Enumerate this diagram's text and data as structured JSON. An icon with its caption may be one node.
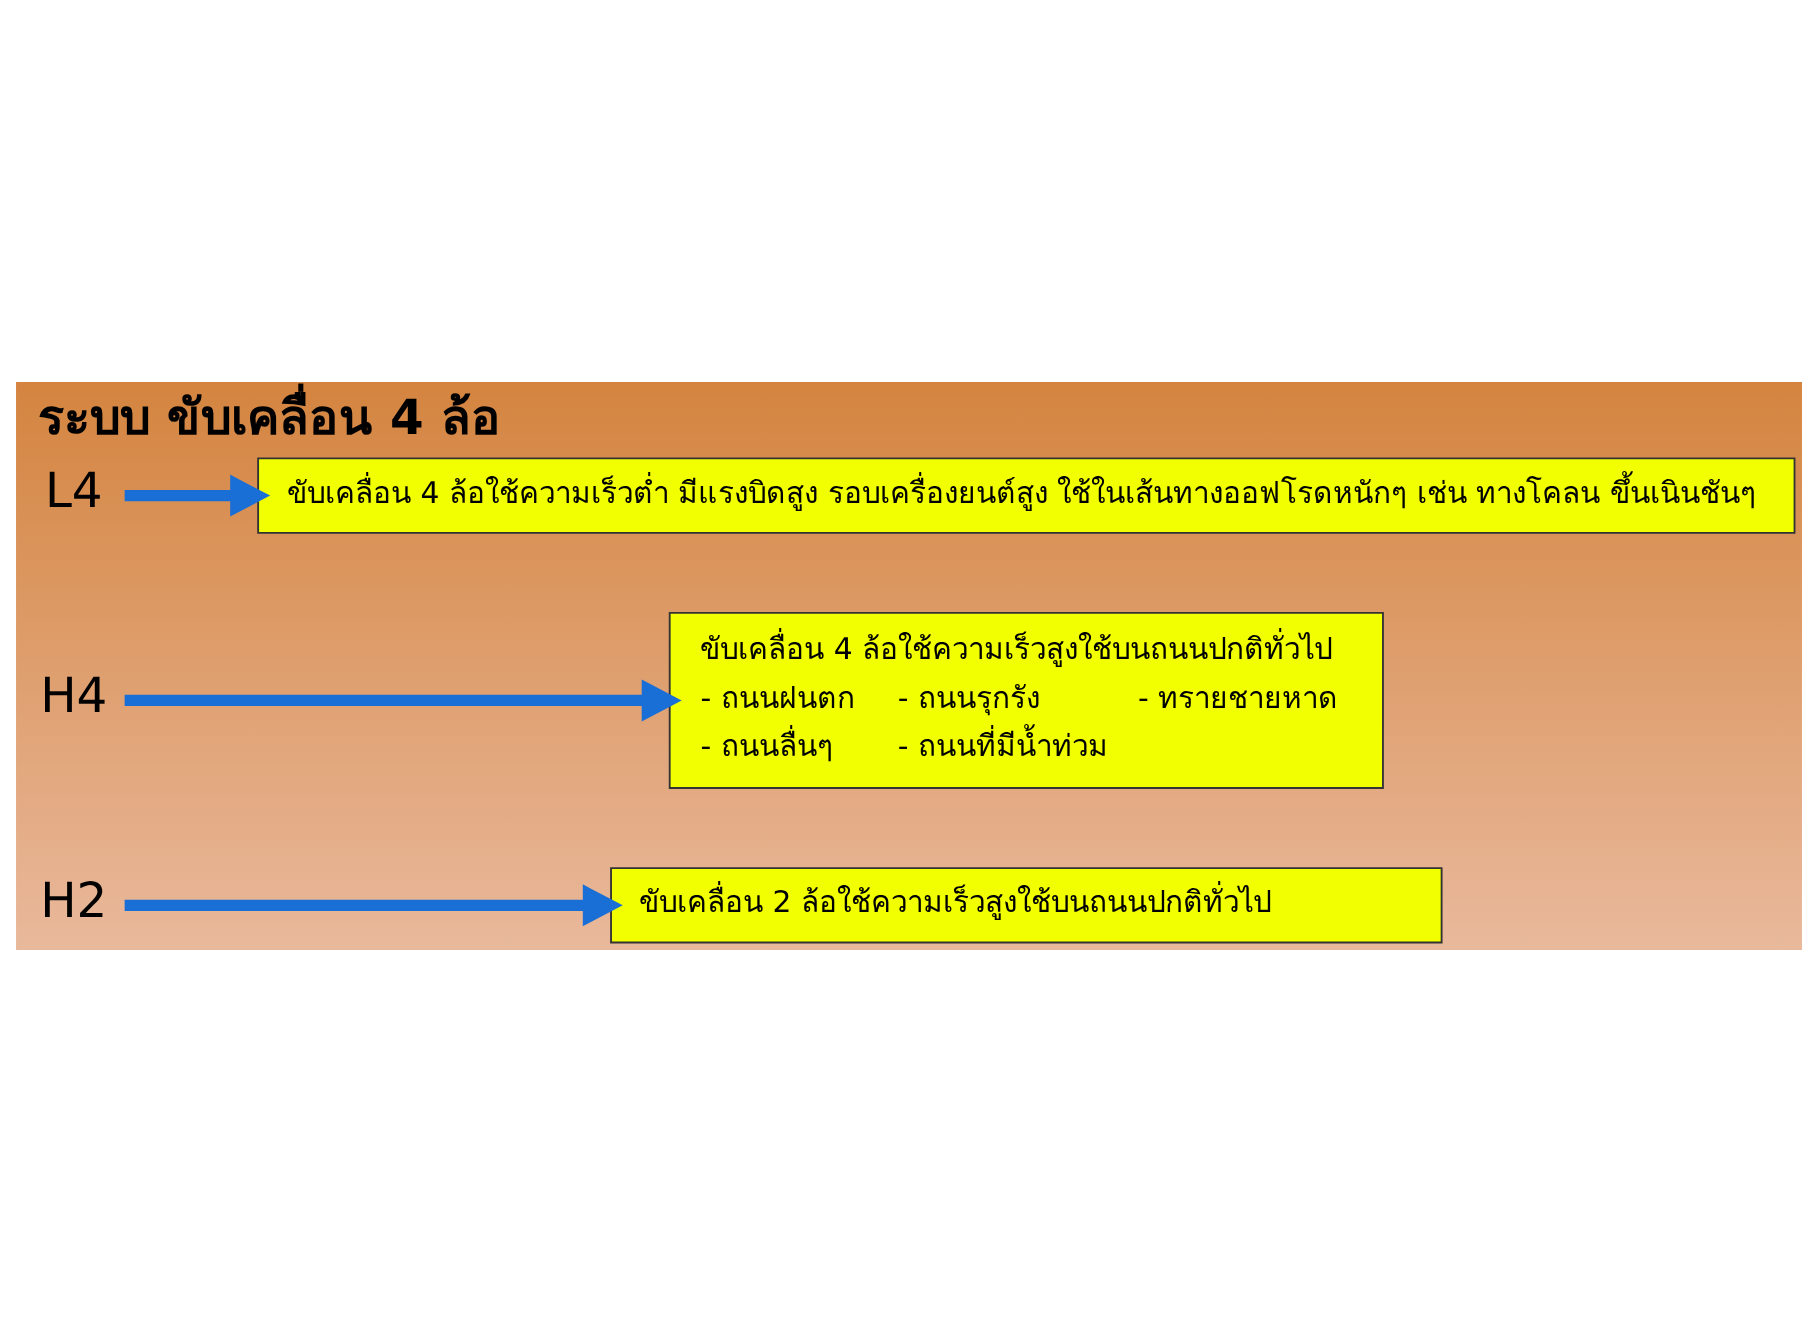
{
  "diagram": {
    "title": "ระบบ ขับเคลื่อน 4 ล้อ",
    "nodes": [
      {
        "text": [
          "H2"
        ]
      },
      {
        "text": [
          "ขับเคลื่อน 2 ล้อใช้ความเร็วสูงใช้บนถนนปกติทั่วไป"
        ]
      },
      {
        "text": [
          "H4"
        ]
      },
      {
        "text": [
          "ขับเคลื่อน 4 ล้อใช้ความเร็วสูงใช้บนถนนปกติทั่วไป",
          "- ถนนฝนตก",
          "- ถนนรุกรัง",
          "- ทรายชายหาด",
          "- ถนนลื่นๆ",
          "- ถนนที่มีน้ำท่วม"
        ]
      },
      {
        "text": [
          "L4"
        ]
      },
      {
        "text": [
          "ขับเคลื่อน 4 ล้อใช้ความเร็วต่ำ มีแรงบิดสูง รอบเครื่องยนต์สูง ใช้ในเส้นทางออฟโรดหนักๆ เช่น ทางโคลน ขึ้นเนินชันๆ"
        ]
      }
    ],
    "edges": [
      {
        "from": 0,
        "to": 1,
        "arrow": "to"
      },
      {
        "from": 2,
        "to": 3,
        "arrow": "to"
      },
      {
        "from": 4,
        "to": 5,
        "arrow": "to"
      }
    ]
  }
}
